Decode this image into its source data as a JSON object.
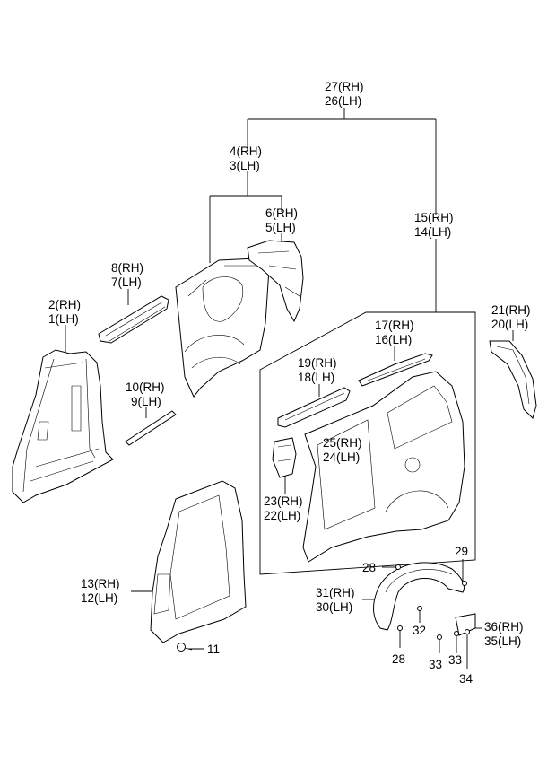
{
  "callouts": [
    {
      "id": "c27",
      "line1": "27(RH)",
      "line2": "26(LH)"
    },
    {
      "id": "c4",
      "line1": "4(RH)",
      "line2": "3(LH)"
    },
    {
      "id": "c6",
      "line1": "6(RH)",
      "line2": "5(LH)"
    },
    {
      "id": "c15",
      "line1": "15(RH)",
      "line2": "14(LH)"
    },
    {
      "id": "c8",
      "line1": "8(RH)",
      "line2": "7(LH)"
    },
    {
      "id": "c2",
      "line1": "2(RH)",
      "line2": "1(LH)"
    },
    {
      "id": "c21",
      "line1": "21(RH)",
      "line2": "20(LH)"
    },
    {
      "id": "c17",
      "line1": "17(RH)",
      "line2": "16(LH)"
    },
    {
      "id": "c19",
      "line1": "19(RH)",
      "line2": "18(LH)"
    },
    {
      "id": "c10",
      "line1": "10(RH)",
      "line2": "9(LH)"
    },
    {
      "id": "c25",
      "line1": "25(RH)",
      "line2": "24(LH)"
    },
    {
      "id": "c23",
      "line1": "23(RH)",
      "line2": "22(LH)"
    },
    {
      "id": "c13",
      "line1": "13(RH)",
      "line2": "12(LH)"
    },
    {
      "id": "c31",
      "line1": "31(RH)",
      "line2": "30(LH)"
    },
    {
      "id": "c36",
      "line1": "36(RH)",
      "line2": "35(LH)"
    }
  ],
  "single_labels": {
    "n11": "11",
    "n28a": "28",
    "n29": "29",
    "n32": "32",
    "n28b": "28",
    "n33a": "33",
    "n33b": "33",
    "n34": "34"
  }
}
